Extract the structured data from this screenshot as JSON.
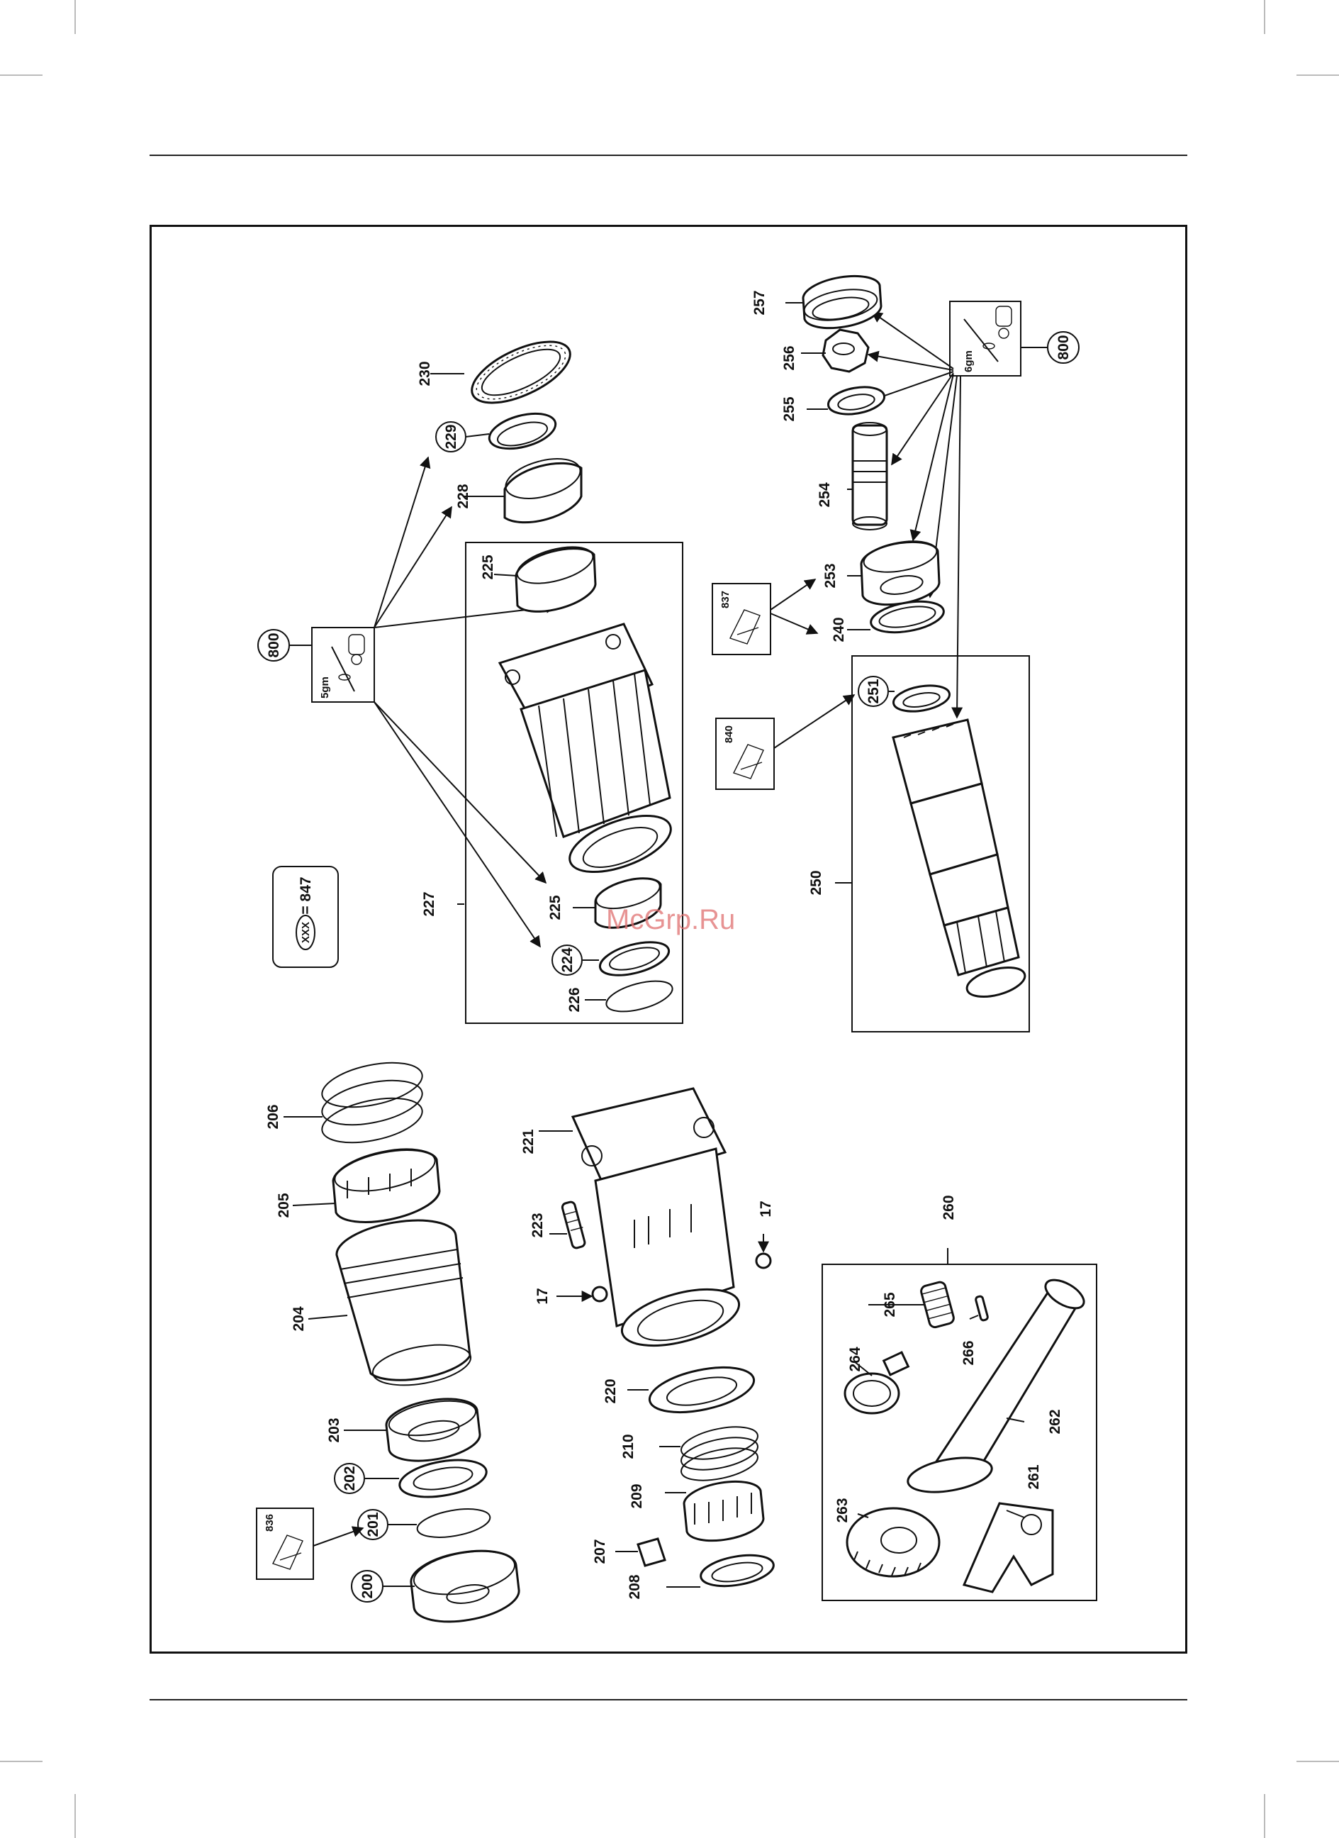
{
  "legend": {
    "code": "XXX",
    "equals": "= 847"
  },
  "watermark": "McGrp.Ru",
  "kits": {
    "grease_5": {
      "code": "800",
      "amount": "5gm"
    },
    "grease_6": {
      "code": "800",
      "amount": "6gm"
    },
    "seal_837": "837",
    "seal_840": "840",
    "seal_836": "836"
  },
  "parts": {
    "p17a": "17",
    "p17b": "17",
    "p200": "200",
    "p201": "201",
    "p202": "202",
    "p203": "203",
    "p204": "204",
    "p205": "205",
    "p206": "206",
    "p207": "207",
    "p208": "208",
    "p209": "209",
    "p210": "210",
    "p220": "220",
    "p221": "221",
    "p223": "223",
    "p224": "224",
    "p225a": "225",
    "p225b": "225",
    "p226": "226",
    "p227": "227",
    "p228": "228",
    "p229": "229",
    "p230": "230",
    "p240": "240",
    "p250": "250",
    "p251": "251",
    "p253": "253",
    "p254": "254",
    "p255": "255",
    "p256": "256",
    "p257": "257",
    "p260": "260",
    "p261": "261",
    "p262": "262",
    "p263": "263",
    "p264": "264",
    "p265": "265",
    "p266": "266"
  }
}
